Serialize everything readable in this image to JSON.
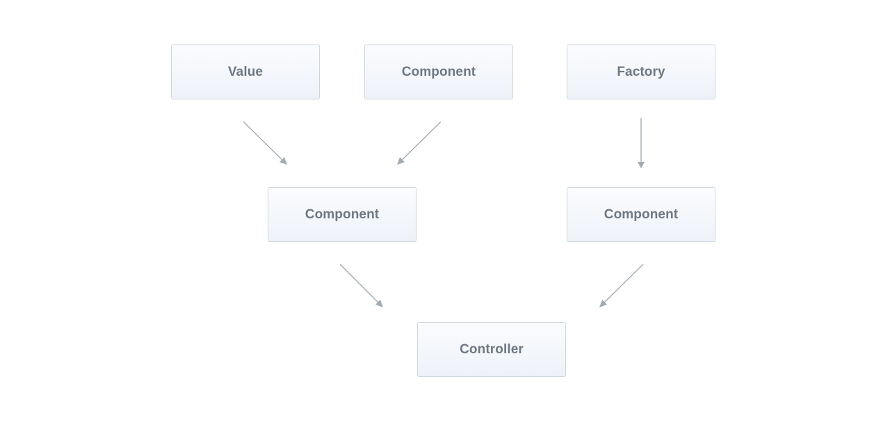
{
  "diagram": {
    "nodes": [
      {
        "id": "value",
        "label": "Value"
      },
      {
        "id": "component-top",
        "label": "Component"
      },
      {
        "id": "factory",
        "label": "Factory"
      },
      {
        "id": "component-mid-left",
        "label": "Component"
      },
      {
        "id": "component-mid-right",
        "label": "Component"
      },
      {
        "id": "controller",
        "label": "Controller"
      }
    ],
    "edges": [
      {
        "from": "value",
        "to": "component-mid-left"
      },
      {
        "from": "component-top",
        "to": "component-mid-left"
      },
      {
        "from": "factory",
        "to": "component-mid-right"
      },
      {
        "from": "component-mid-left",
        "to": "controller"
      },
      {
        "from": "component-mid-right",
        "to": "controller"
      }
    ],
    "colors": {
      "node_border": "#cdd5df",
      "node_fill_top": "#fbfcfe",
      "node_fill_bottom": "#eef2f8",
      "label": "#6e7883",
      "arrow": "#a2aab2"
    }
  }
}
